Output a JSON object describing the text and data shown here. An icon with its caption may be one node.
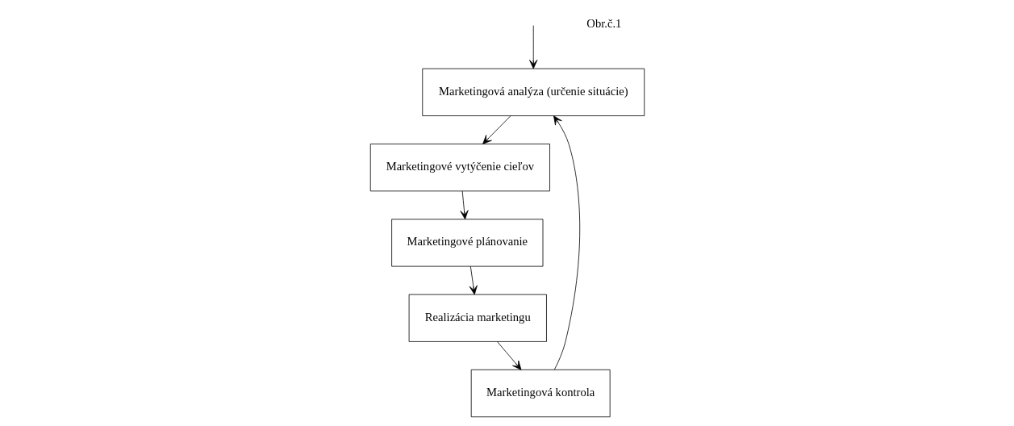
{
  "diagram": {
    "nodes": [
      {
        "text": [
          "Marketingová analýza (určenie situácie)"
        ]
      },
      {
        "text": [
          "Marketingová kontrola"
        ]
      },
      {
        "text": [
          "Marketingové vytýčenie cieľov"
        ]
      },
      {
        "text": [
          "Realizácia marketingu"
        ]
      },
      {
        "text": [
          "Marketingové plánovanie"
        ]
      }
    ],
    "edges": [
      {
        "from": null,
        "to": 0,
        "arrow": "to"
      },
      {
        "from": 0,
        "to": 2,
        "arrow": "to"
      },
      {
        "from": 2,
        "to": 4,
        "arrow": "to"
      },
      {
        "from": 4,
        "to": 3,
        "arrow": "to"
      },
      {
        "from": 3,
        "to": 1,
        "arrow": "to"
      },
      {
        "from": 1,
        "to": 0,
        "arrow": "to"
      }
    ],
    "labels": [
      "Obr.č.1"
    ]
  }
}
